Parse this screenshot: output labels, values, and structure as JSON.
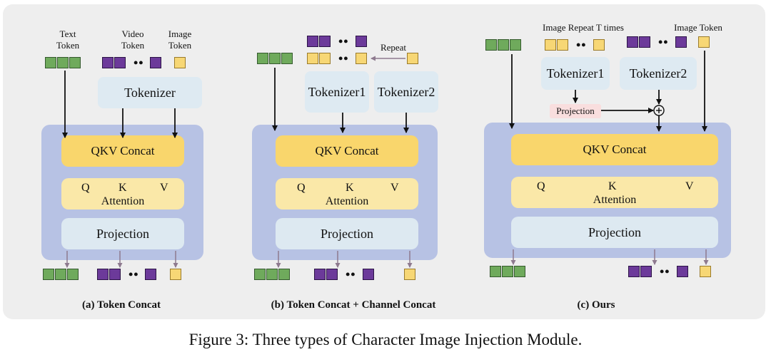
{
  "panel_a": {
    "label_text_token": "Text Token",
    "label_video_token": "Video Token",
    "label_image_token": "Image Token",
    "tokenizer": "Tokenizer",
    "qkv": "QKV Concat",
    "q": "Q",
    "k": "K",
    "v": "V",
    "attention": "Attention",
    "projection": "Projection",
    "caption": "(a) Token Concat"
  },
  "panel_b": {
    "repeat": "Repeat",
    "tokenizer1": "Tokenizer1",
    "tokenizer2": "Tokenizer2",
    "qkv": "QKV Concat",
    "q": "Q",
    "k": "K",
    "v": "V",
    "attention": "Attention",
    "projection": "Projection",
    "caption": "(b) Token Concat + Channel Concat"
  },
  "panel_c": {
    "label_repeat": "Image Repeat T times",
    "label_image_token": "Image Token",
    "tokenizer1": "Tokenizer1",
    "tokenizer2": "Tokenizer2",
    "projection_small": "Projection",
    "plus": "+",
    "qkv": "QKV Concat",
    "q": "Q",
    "k": "K",
    "v": "V",
    "attention": "Attention",
    "projection": "Projection",
    "caption": "(c) Ours"
  },
  "dots": "••",
  "figure_caption": "Figure 3: Three types of Character Image Injection Module.",
  "colors": {
    "text_token": "#6faa5c",
    "video_token": "#6c3a9a",
    "image_token": "#f7d775",
    "block": "#b7c2e4",
    "qkv": "#f9d66c",
    "attention": "#fae8a8",
    "projection": "#dde9f1",
    "projection_small": "#f9dede"
  }
}
